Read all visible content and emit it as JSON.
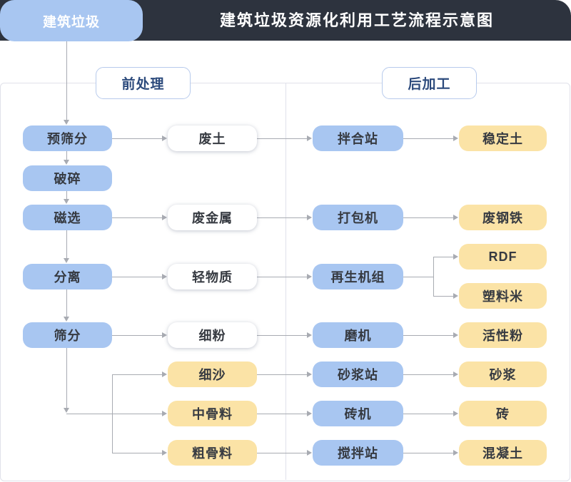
{
  "header": {
    "tab_label": "建筑垃圾",
    "title": "建筑垃圾资源化利用工艺流程示意图"
  },
  "sections": [
    {
      "id": "pre-processing",
      "label": "前处理"
    },
    {
      "id": "post-processing",
      "label": "后加工"
    }
  ],
  "nodes": {
    "pre_screening": "预筛分",
    "crushing": "破碎",
    "magnetic_separation": "磁选",
    "separation": "分离",
    "screening": "筛分",
    "waste_soil": "废土",
    "scrap_metal": "废金属",
    "light_material": "轻物质",
    "fine_powder": "细粉",
    "fine_sand": "细沙",
    "medium_aggregate": "中骨料",
    "coarse_aggregate": "粗骨料",
    "mixing_plant": "拌合站",
    "baler": "打包机",
    "regeneration_unit": "再生机组",
    "mill": "磨机",
    "mortar_plant": "砂浆站",
    "brick_machine": "砖机",
    "concrete_mixing_plant": "搅拌站",
    "stabilized_soil": "稳定土",
    "scrap_steel": "废钢铁",
    "rdf": "RDF",
    "plastic_pellets": "塑料米",
    "active_powder": "活性粉",
    "mortar": "砂浆",
    "brick": "砖",
    "concrete": "混凝土"
  },
  "edges": [
    "建筑垃圾→预筛分",
    "预筛分→破碎",
    "破碎→磁选",
    "磁选→分离",
    "分离→筛分",
    "预筛分→废土",
    "废土→拌合站",
    "拌合站→稳定土",
    "磁选→废金属",
    "废金属→打包机",
    "打包机→废钢铁",
    "分离→轻物质",
    "轻物质→再生机组",
    "再生机组→RDF",
    "再生机组→塑料米",
    "筛分→细粉",
    "细粉→磨机",
    "磨机→活性粉",
    "筛分→细沙",
    "细沙→砂浆站",
    "砂浆站→砂浆",
    "筛分→中骨料",
    "中骨料→砖机",
    "砖机→砖",
    "筛分→粗骨料",
    "粗骨料→搅拌站",
    "搅拌站→混凝土"
  ],
  "palette": {
    "header_bg": "#2d333e",
    "process_blue": "#a8c6f1",
    "product_yellow": "#fbe3a6",
    "intermediate_white": "#ffffff",
    "badge_text": "#2c4a7c",
    "connector_gray": "#a8abb2",
    "frame_border": "#e0e1ea"
  }
}
